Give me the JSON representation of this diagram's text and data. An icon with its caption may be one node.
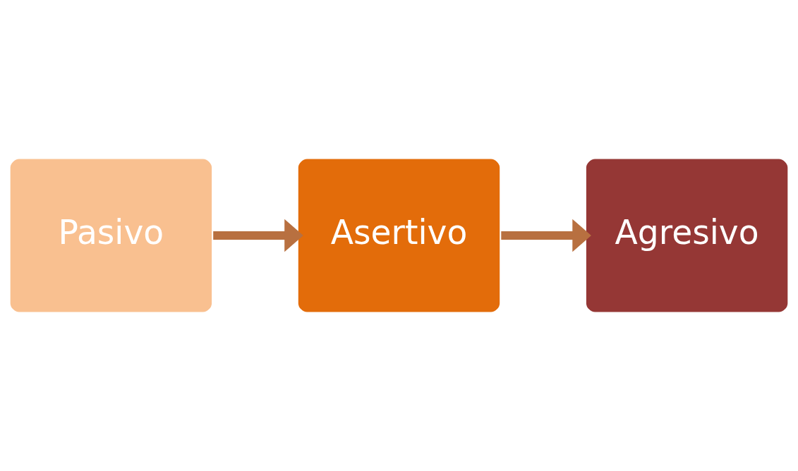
{
  "diagram": {
    "nodes": [
      {
        "text": [
          "Pasivo"
        ]
      },
      {
        "text": [
          "Asertivo"
        ]
      },
      {
        "text": [
          "Agresivo"
        ]
      }
    ],
    "edges": [
      {
        "from": 0,
        "to": 1,
        "arrow": "to"
      },
      {
        "from": 1,
        "to": 2,
        "arrow": "to"
      }
    ]
  }
}
